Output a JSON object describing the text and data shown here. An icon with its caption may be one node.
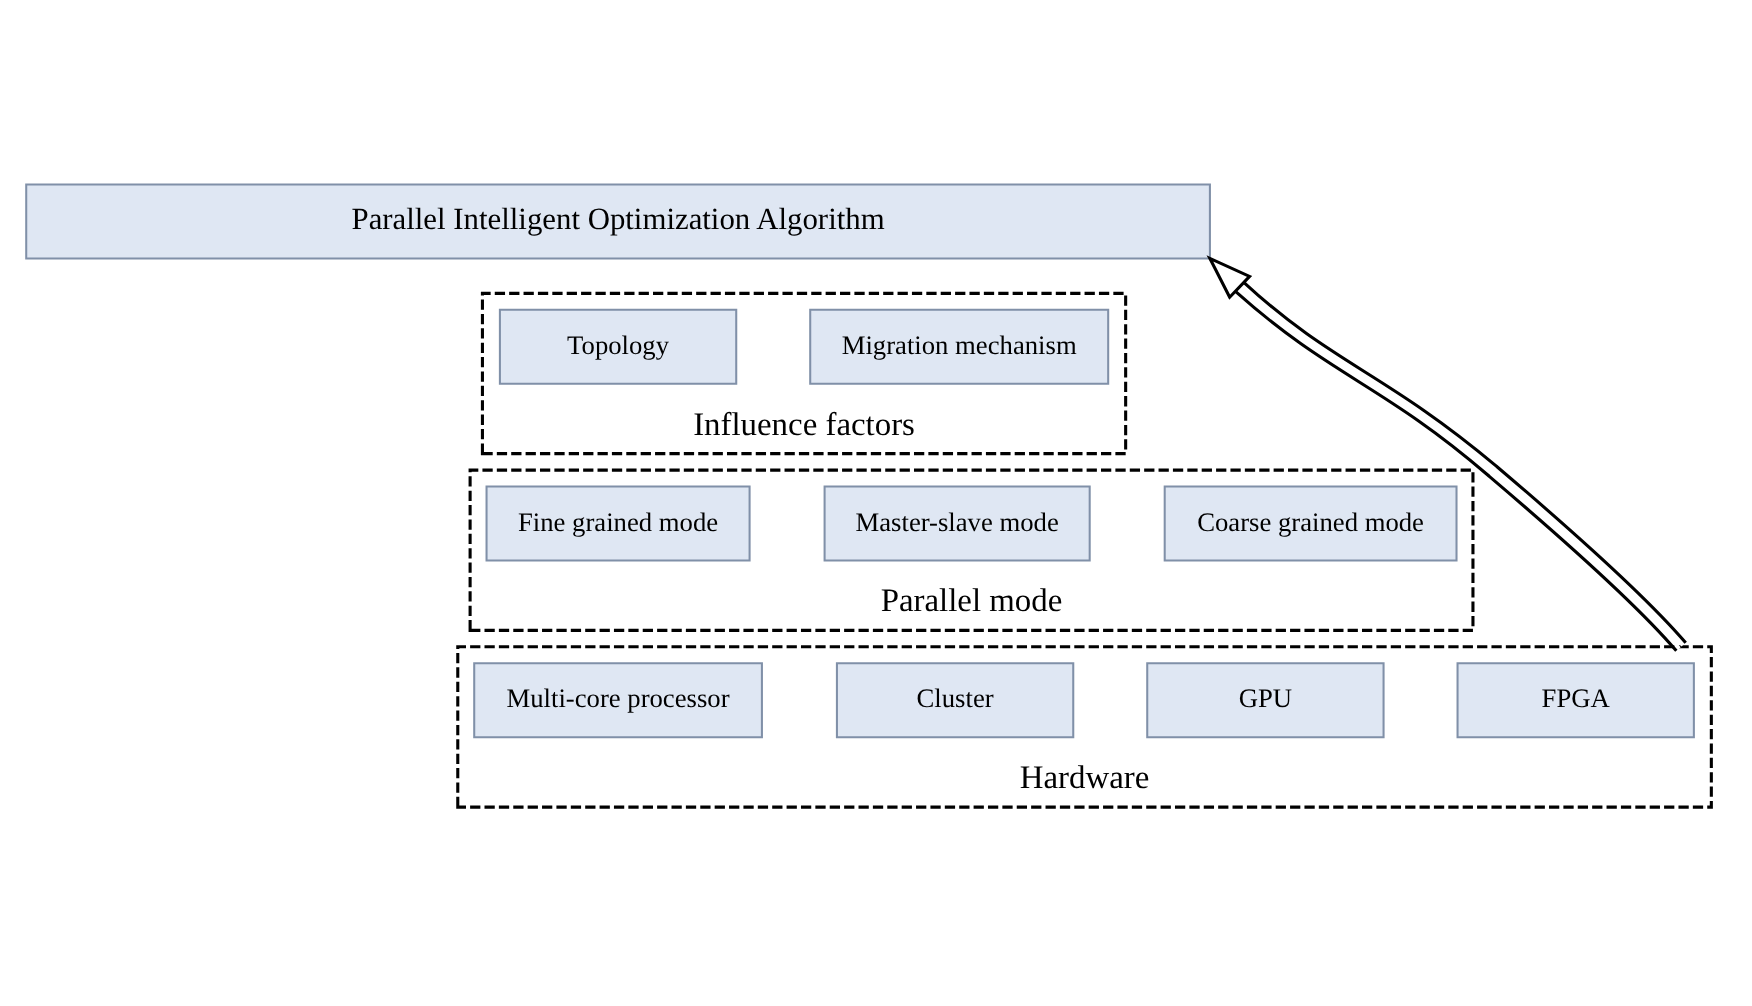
{
  "diagram": {
    "nodes": [
      {
        "text": [
          "Parallel Intelligent Optimization Algorithm"
        ]
      },
      {
        "text": [
          "Influence factors"
        ]
      },
      {
        "text": [
          "Topology"
        ],
        "in": 1
      },
      {
        "text": [
          "Migration mechanism"
        ],
        "in": 1
      },
      {
        "text": [
          "Parallel mode"
        ]
      },
      {
        "text": [
          "Fine grained mode"
        ],
        "in": 4
      },
      {
        "text": [
          "Master-slave mode"
        ],
        "in": 4
      },
      {
        "text": [
          "Coarse grained mode"
        ],
        "in": 4
      },
      {
        "text": [
          "Hardware"
        ]
      },
      {
        "text": [
          "Multi-core processor"
        ],
        "in": 8
      },
      {
        "text": [
          "Cluster"
        ],
        "in": 8
      },
      {
        "text": [
          "GPU"
        ],
        "in": 8
      },
      {
        "text": [
          "FPGA"
        ],
        "in": 8
      }
    ],
    "edges": [
      {
        "from": 8,
        "to": 0,
        "arrow": "to"
      }
    ]
  }
}
